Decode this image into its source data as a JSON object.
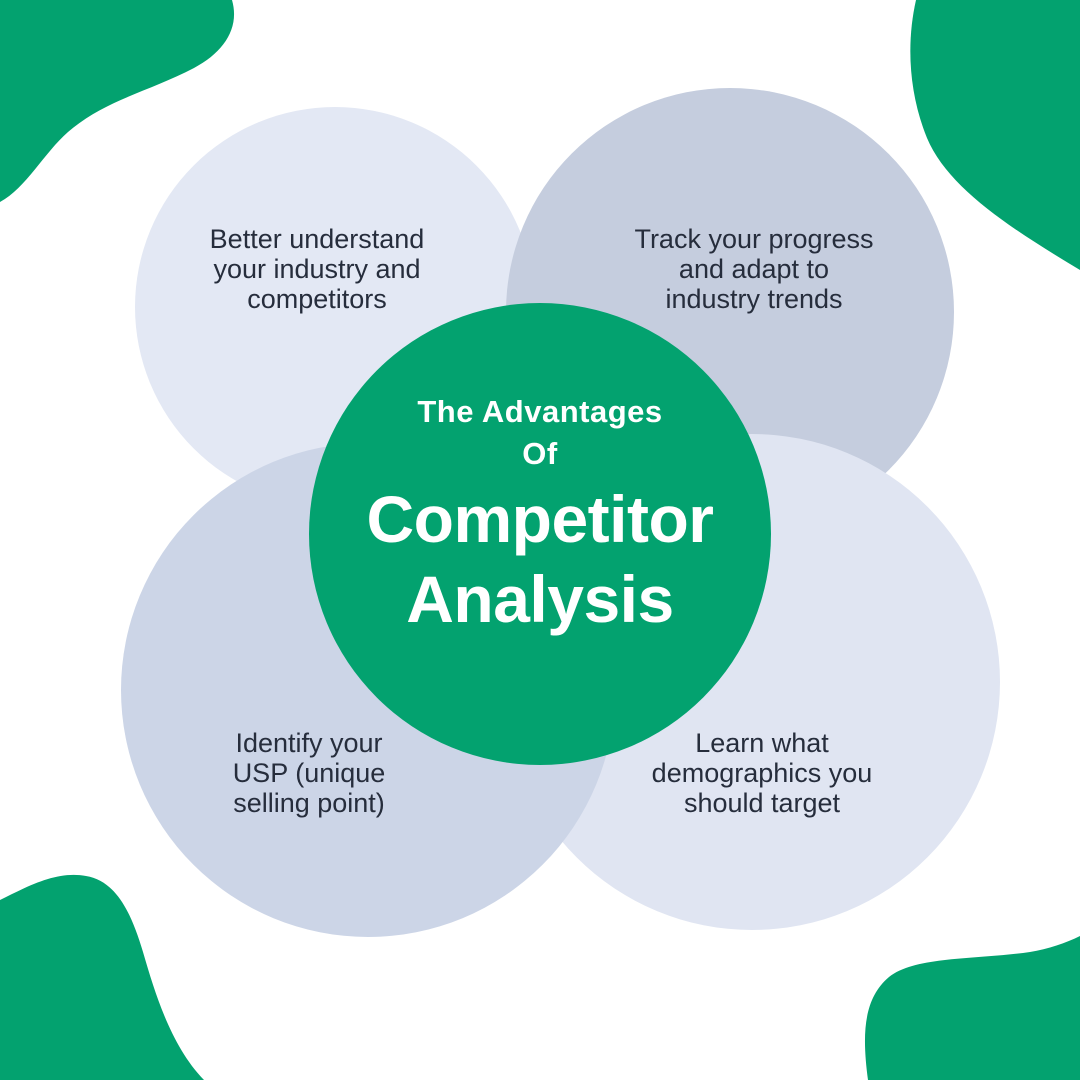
{
  "title": {
    "kicker_line1": "The Advantages",
    "kicker_line2": "Of",
    "main_line1": "Competitor",
    "main_line2": "Analysis"
  },
  "benefits": [
    {
      "position": "top-left",
      "lines": [
        "Better understand",
        "your industry and",
        "competitors"
      ]
    },
    {
      "position": "top-right",
      "lines": [
        "Track your progress",
        "and adapt to",
        "industry trends"
      ]
    },
    {
      "position": "bottom-left",
      "lines": [
        "Identify your",
        "USP (unique",
        "selling point)"
      ]
    },
    {
      "position": "bottom-right",
      "lines": [
        "Learn what",
        "demographics you",
        "should target"
      ]
    }
  ],
  "colors": {
    "green": "#03a26f",
    "circle_top_left": "#e3e8f4",
    "circle_top_right": "#c5cdde",
    "circle_bottom_left": "#ccd5e7",
    "circle_bottom_right": "#e0e5f2",
    "text_dark": "#262d3c",
    "text_light": "#ffffff",
    "background": "#ffffff"
  }
}
